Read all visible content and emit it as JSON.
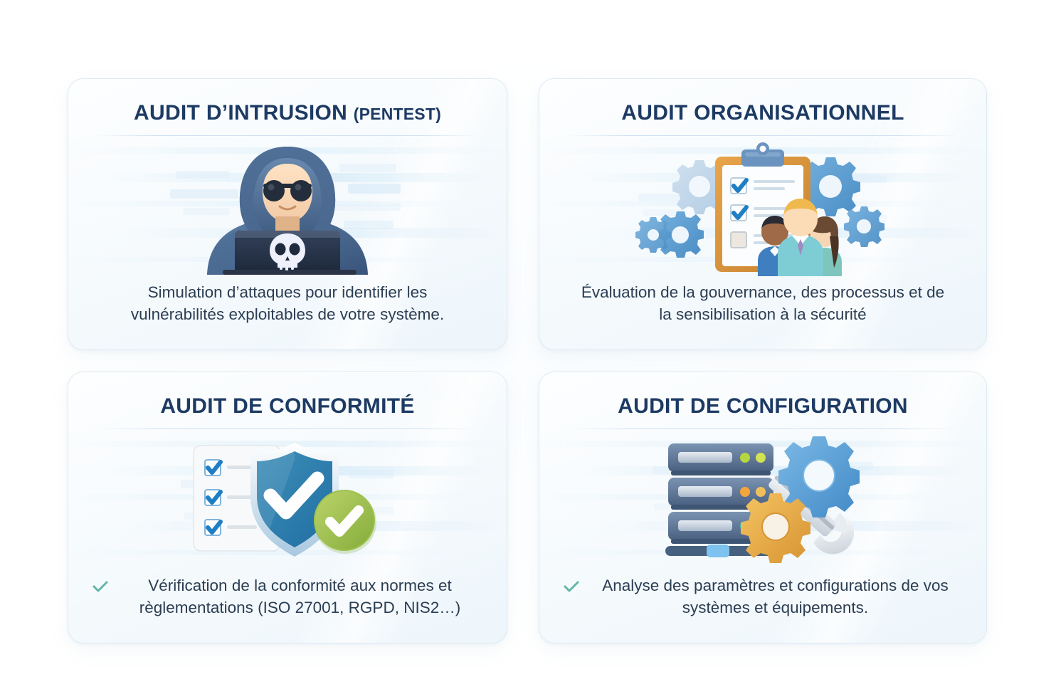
{
  "page": {
    "background_color": "#ffffff",
    "title_color": "#1d3a63",
    "body_text_color": "#2b3d52",
    "check_bullet_color": "#62b5a7",
    "card_border_color": "#dceaf2"
  },
  "cards": [
    {
      "id": "audit-intrusion",
      "title": "AUDIT D’INTRUSION",
      "title_suffix": "(PENTEST)",
      "has_bullet": false,
      "description": "Simulation d’attaques pour identifier les vulnérabilités exploitables de votre système.",
      "illustration": "hacker-laptop-skull-illustration"
    },
    {
      "id": "audit-organisationnel",
      "title": "AUDIT ORGANISATIONNEL",
      "title_suffix": "",
      "has_bullet": false,
      "description": "Évaluation de la gouvernance, des processus et de la sensibilisation à la sécurité",
      "illustration": "clipboard-checklist-team-gears-illustration"
    },
    {
      "id": "audit-conformite",
      "title": "AUDIT DE CONFORMITÉ",
      "title_suffix": "",
      "has_bullet": true,
      "bullet_icon": "check-icon",
      "description": "Vérification de la conformité aux normes et règlementations (ISO 27001, RGPD, NIS2…)",
      "illustration": "shield-checklist-badge-illustration"
    },
    {
      "id": "audit-configuration",
      "title": "AUDIT DE CONFIGURATION",
      "title_suffix": "",
      "has_bullet": true,
      "bullet_icon": "check-icon",
      "description": "Analyse des paramètres et configurations de vos systèmes et équipements.",
      "illustration": "server-rack-gears-wrench-illustration"
    }
  ]
}
